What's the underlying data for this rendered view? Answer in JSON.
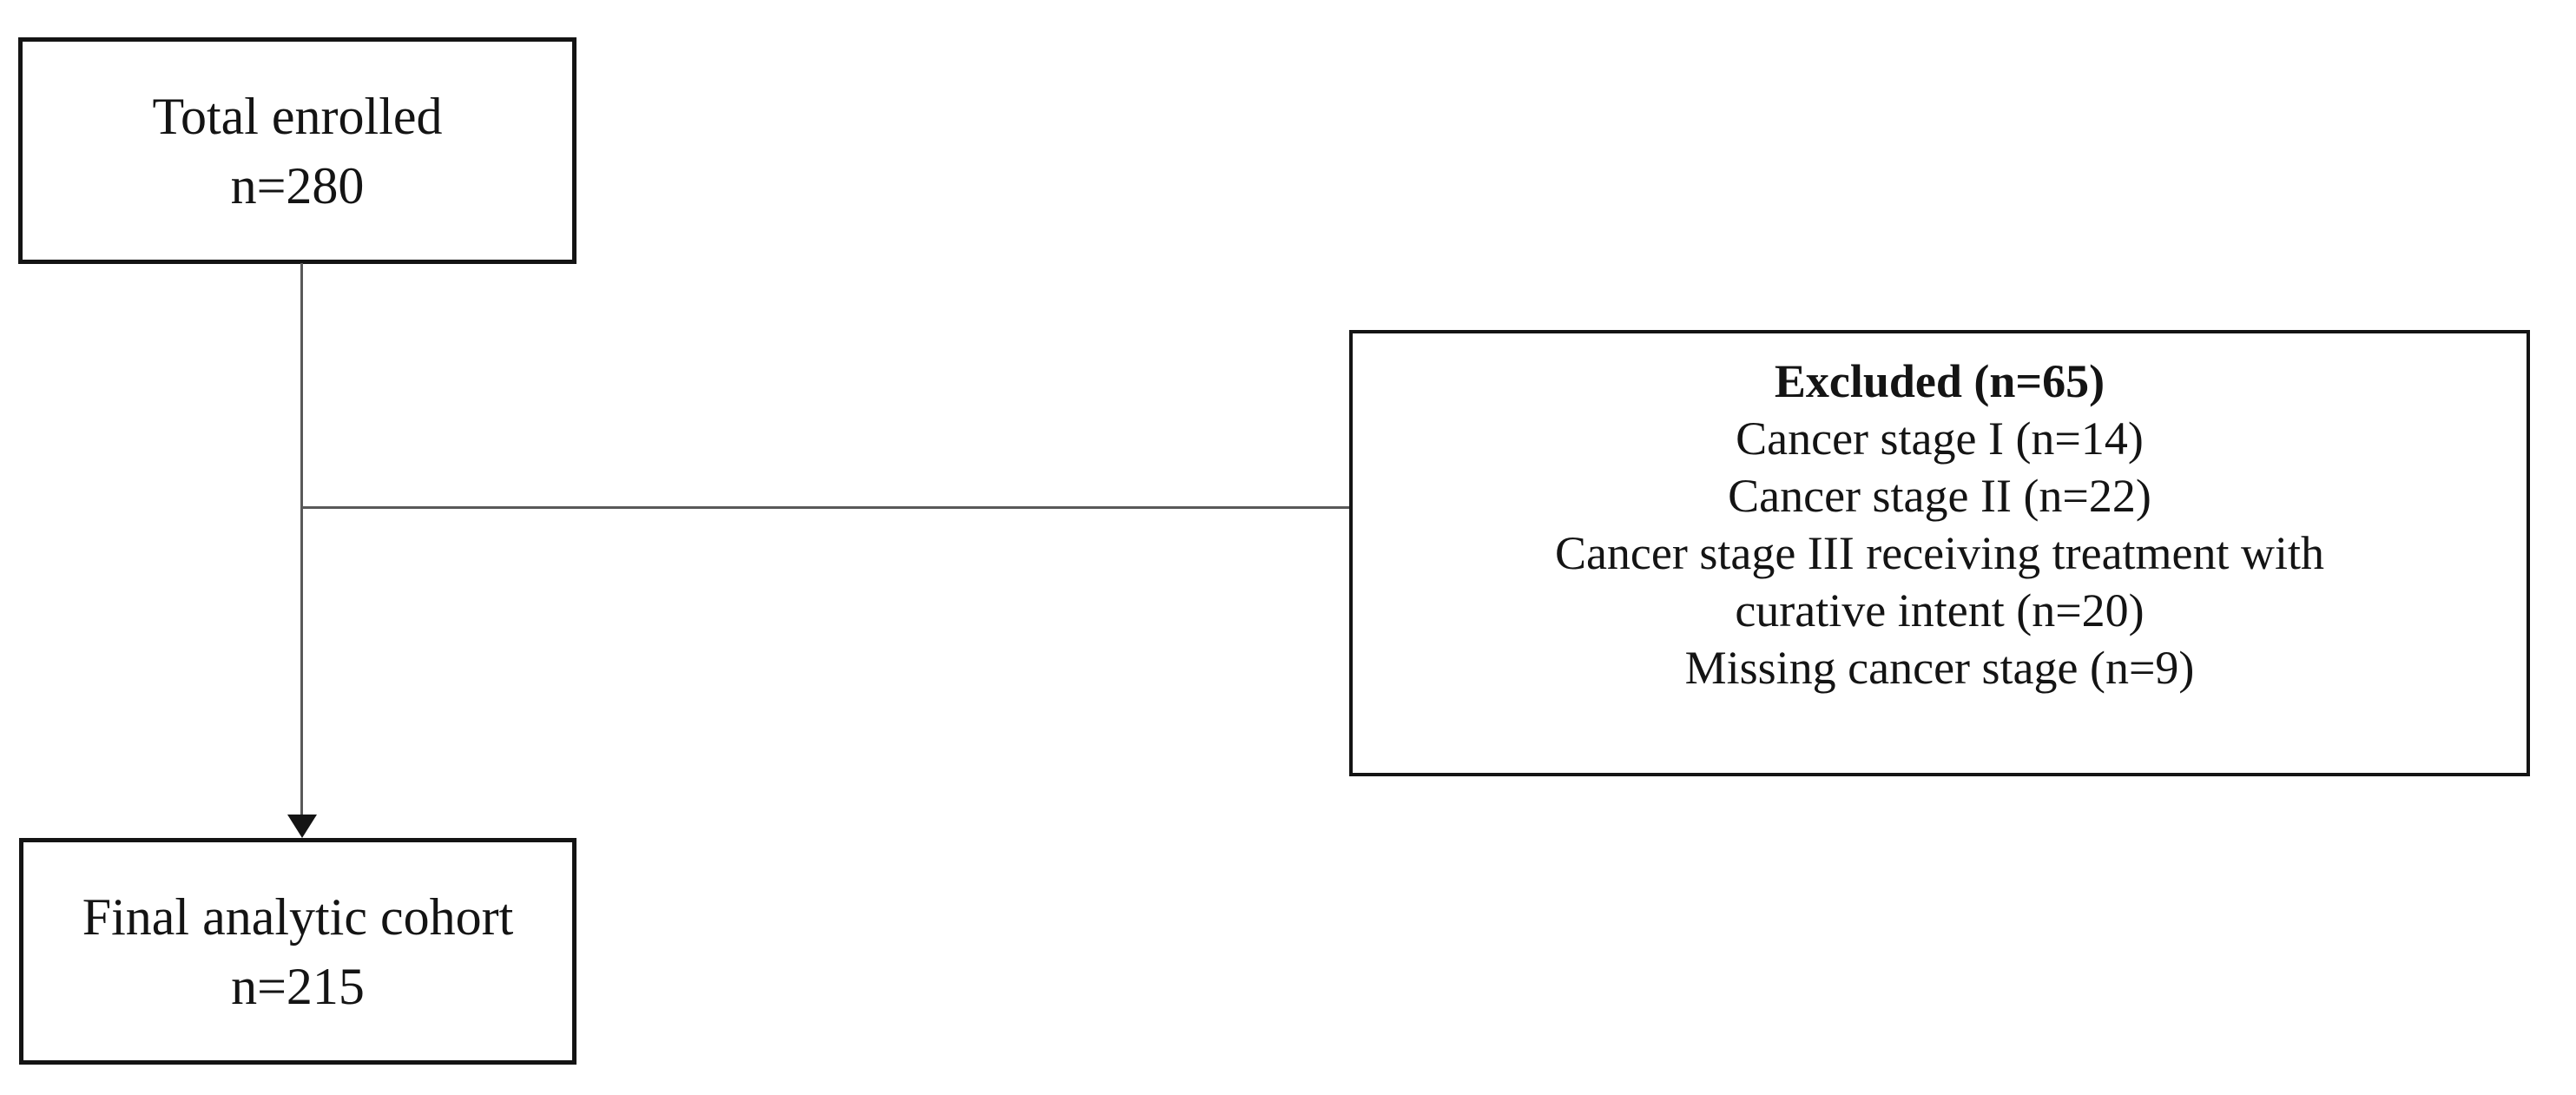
{
  "diagram": {
    "total_box": {
      "line1": "Total enrolled",
      "line2": "n=280"
    },
    "excluded_box": {
      "title": "Excluded (n=65)",
      "lines": [
        "Cancer stage I (n=14)",
        "Cancer stage II (n=22)",
        "Cancer stage III receiving treatment with",
        "curative intent (n=20)",
        "Missing cancer stage (n=9)"
      ]
    },
    "final_box": {
      "line1": "Final analytic cohort",
      "line2": "n=215"
    },
    "colors": {
      "box_border": "#141414",
      "text": "#141414",
      "connector_line": "#595959",
      "background": "#ffffff"
    }
  }
}
